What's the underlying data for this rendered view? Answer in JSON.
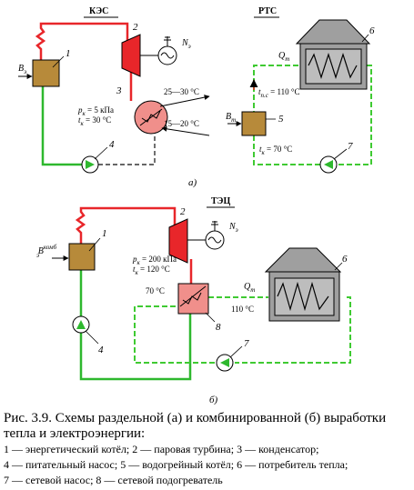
{
  "colors": {
    "steam": "#e8262a",
    "water": "#2eb82e",
    "network": "#3fca32",
    "boiler": "#b78a3a",
    "turbine": "#e8262a",
    "condenser": "#f08f8b",
    "house": "#9f9f9f",
    "pump": "#2eb82e"
  },
  "top": {
    "kes_label": "КЭС",
    "rts_label": "РТС",
    "n1": "1",
    "n2": "2",
    "n3": "3",
    "n4": "4",
    "n5": "5",
    "n6": "6",
    "n7": "7",
    "b_e": "B",
    "b_e_sub": "э",
    "n_e": "N",
    "n_e_sub": "э",
    "q_t": "Q",
    "q_t_sub": "т",
    "b_t": "B",
    "b_t_sub": "т",
    "pk": "p",
    "pk_sub": "к",
    "pk_val": " = 5 кПа",
    "tk": "t",
    "tk_sub": "к",
    "tk_val": " = 30 °C",
    "cw_hot": "25—30 °C",
    "cw_cold": "15—20 °C",
    "tpc": "t",
    "tpc_sub": "п.с",
    "tpc_val": " = 110 °C",
    "tk2": "t",
    "tk2_sub": "к",
    "tk2_val": " = 70 °C",
    "sub_label": "а)"
  },
  "bottom": {
    "tec_label": "ТЭЦ",
    "n1": "1",
    "n2": "2",
    "n4": "4",
    "n6": "6",
    "n7": "7",
    "n8": "8",
    "b_komb": "B",
    "b_komb_sub": "э",
    "b_komb_sup": "комб",
    "n_e": "N",
    "n_e_sub": "э",
    "pk": "p",
    "pk_sub": "к",
    "pk_val": " = 200 кПа",
    "tk": "t",
    "tk_sub": "к",
    "tk_val": " = 120 °C",
    "t70": "70 °C",
    "t110": "110 °C",
    "q_t": "Q",
    "q_t_sub": "т",
    "sub_label": "б)"
  },
  "caption": {
    "title": "Рис. 3.9. Схемы раздельной (а) и комбинированной (б) выработки тепла и электроэнергии:",
    "legend": "1 — энергетический котёл; 2 — паровая турбина; 3 — конденсатор;\n4 — питательный насос; 5 — водогрейный котёл; 6 — потребитель тепла;\n7 — сетевой насос; 8 — сетевой подогреватель"
  }
}
